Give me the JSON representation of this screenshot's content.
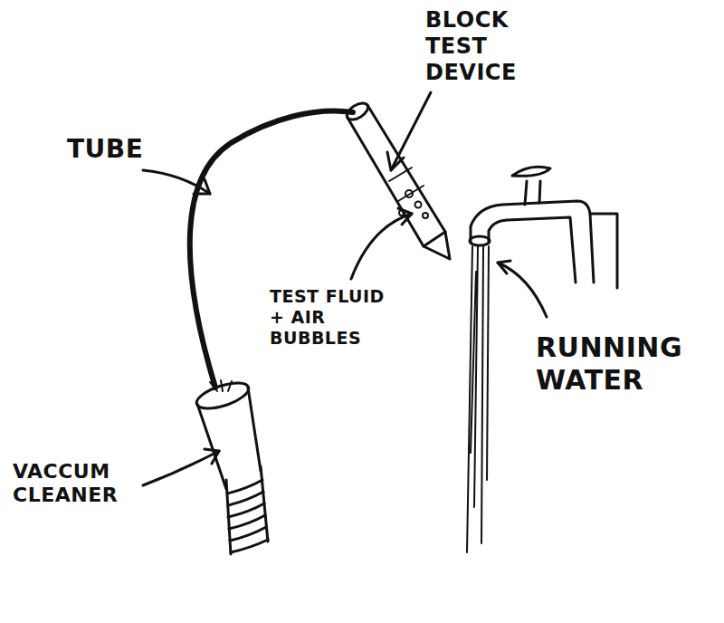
{
  "diagram": {
    "labels": [
      "BLOCK TEST DEVICE",
      "TUBE",
      "TEST FLUID + AIR BUBBLES",
      "RUNNING WATER",
      "VACCUM CLEANER"
    ]
  }
}
